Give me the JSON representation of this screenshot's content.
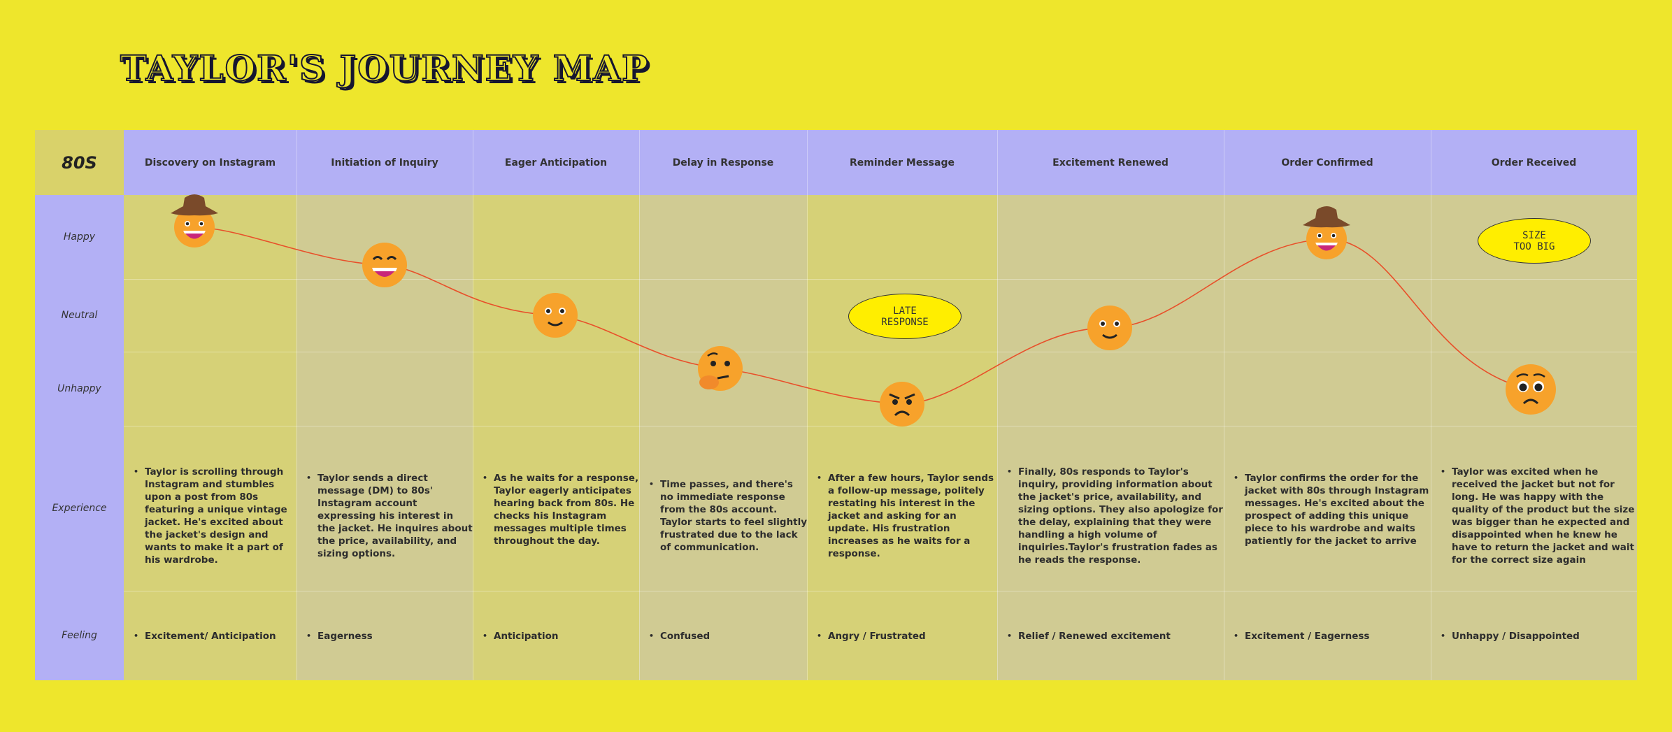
{
  "title": "TAYLOR'S JOURNEY MAP",
  "brand_label": "80S",
  "row_labels": {
    "happy": "Happy",
    "neutral": "Neutral",
    "unhappy": "Unhappy",
    "experience": "Experience",
    "feeling": "Feeling"
  },
  "stages": [
    {
      "name": "Discovery on Instagram",
      "emotion": "happy-cowboy",
      "experience": "Taylor is scrolling through Instagram and stumbles upon a post from 80s featuring a unique vintage jacket. He's excited about the jacket's design and wants to make it a part of his wardrobe.",
      "feeling": "Excitement/ Anticipation"
    },
    {
      "name": "Initiation of Inquiry",
      "emotion": "grinning",
      "experience": "Taylor sends a direct message (DM) to 80s' Instagram account expressing his interest in the jacket. He inquires about the price, availability, and sizing options.",
      "feeling": "Eagerness"
    },
    {
      "name": "Eager Anticipation",
      "emotion": "smiling",
      "experience": "As he waits for a response, Taylor eagerly anticipates hearing back from 80s. He checks his Instagram messages multiple times throughout the day.",
      "feeling": "Anticipation"
    },
    {
      "name": "Delay in Response",
      "emotion": "thinking",
      "experience": "Time passes, and there's no immediate response from the 80s account. Taylor starts to feel slightly frustrated due to the lack of communication.",
      "feeling": "Confused"
    },
    {
      "name": "Reminder Message",
      "emotion": "angry",
      "experience": "After a few hours, Taylor sends a follow-up message, politely restating his interest in the jacket and asking for an update. His frustration increases as he waits for a response.",
      "feeling": "Angry / Frustrated",
      "note": "LATE\nRESPONSE"
    },
    {
      "name": "Excitement Renewed",
      "emotion": "smiling",
      "experience": "Finally, 80s responds to Taylor's inquiry, providing information about the jacket's price, availability, and sizing options. They also apologize for the delay, explaining that they were handling a high volume of inquiries.Taylor's frustration fades as he reads the response.",
      "feeling": "Relief / Renewed excitement"
    },
    {
      "name": "Order Confirmed",
      "emotion": "happy-cowboy",
      "experience": "Taylor confirms the order for the jacket with 80s through Instagram messages. He's excited about the prospect of adding this unique piece to his wardrobe and waits patiently for the jacket to arrive",
      "feeling": "Excitement / Eagerness"
    },
    {
      "name": "Order Received",
      "emotion": "pleading-sad",
      "experience": "Taylor was excited when he received the jacket but not for long. He was happy with the quality of the product but the size was bigger than he expected and disappointed when he knew he have to return the jacket and wait for the correct size again",
      "feeling": "Unhappy / Disappointed",
      "note": "SIZE\nTOO BIG"
    }
  ],
  "colors": {
    "background": "#eee62c",
    "header": "#b3b0f5",
    "curve": "#e8502a",
    "emoji": "#f7a22b"
  }
}
